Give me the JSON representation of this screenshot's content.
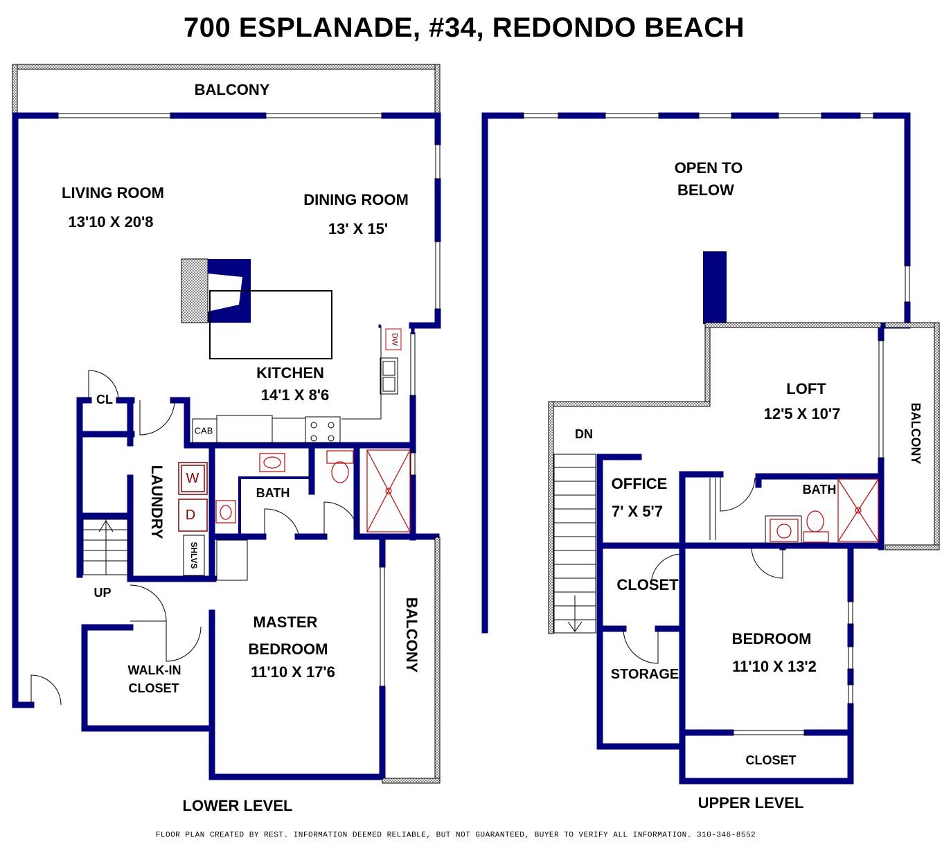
{
  "title": "700 ESPLANADE, #34, REDONDO BEACH",
  "lower": {
    "level_label": "LOWER LEVEL",
    "balcony_top": "BALCONY",
    "living_room": "LIVING ROOM",
    "living_dim": "13'10 X 20'8",
    "dining_room": "DINING ROOM",
    "dining_dim": "13' X 15'",
    "kitchen": "KITCHEN",
    "kitchen_dim": "14'1 X 8'6",
    "cl": "CL",
    "cab": "CAB",
    "laundry": "LAUNDRY",
    "washer": "W",
    "dryer": "D",
    "shlvs": "SHLVS",
    "bath": "BATH",
    "up": "UP",
    "walkin_1": "WALK-IN",
    "walkin_2": "CLOSET",
    "master_1": "MASTER",
    "master_2": "BEDROOM",
    "master_dim": "11'10 X 17'6",
    "balcony_side": "BALCONY",
    "dw": "DW"
  },
  "upper": {
    "level_label": "UPPER LEVEL",
    "open_1": "OPEN TO",
    "open_2": "BELOW",
    "loft": "LOFT",
    "loft_dim": "12'5 X 10'7",
    "balcony": "BALCONY",
    "dn": "DN",
    "office": "OFFICE",
    "office_dim": "7' X 5'7",
    "bath": "BATH",
    "closet_a": "CLOSET",
    "storage": "STORAGE",
    "bedroom": "BEDROOM",
    "bedroom_dim": "11'10 X 13'2",
    "closet_b": "CLOSET"
  },
  "footer": "FLOOR PLAN CREATED BY REST. INFORMATION DEEMED RELIABLE, BUT NOT GUARANTEED, BUYER TO VERIFY ALL INFORMATION.  310-346-8552",
  "colors": {
    "wall": "#000080",
    "fixture": "#cc0000",
    "line": "#000000"
  }
}
